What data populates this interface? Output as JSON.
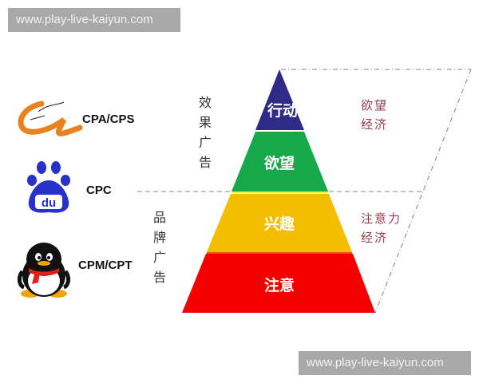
{
  "watermarks": {
    "top": "www.play-live-kaiyun.com",
    "bottom": "www.play-live-kaiyun.com"
  },
  "logos": [
    {
      "icon": "alibaba-logo-icon",
      "label": "CPA/CPS"
    },
    {
      "icon": "baidu-paw-logo-icon",
      "label": "CPC",
      "paw_text": "du"
    },
    {
      "icon": "qq-penguin-logo-icon",
      "label": "CPM/CPT"
    }
  ],
  "left_labels": {
    "performance_ads": [
      "效",
      "果",
      "广",
      "告"
    ],
    "brand_ads": [
      "品",
      "牌",
      "广",
      "告"
    ]
  },
  "pyramid": {
    "layers": [
      {
        "label": "行动",
        "color": "#2e2a85"
      },
      {
        "label": "欲望",
        "color": "#16a84a"
      },
      {
        "label": "兴趣",
        "color": "#f5bd00"
      },
      {
        "label": "注意",
        "color": "#f50000"
      }
    ]
  },
  "right_labels": {
    "desire_economy": [
      "欲望",
      "经济"
    ],
    "attention_economy": [
      "注意力",
      "经济"
    ]
  },
  "colors": {
    "right_text": "#9a3b52",
    "dashed_line": "#9a9a9a",
    "watermark_bg": "#a9a9a9"
  }
}
